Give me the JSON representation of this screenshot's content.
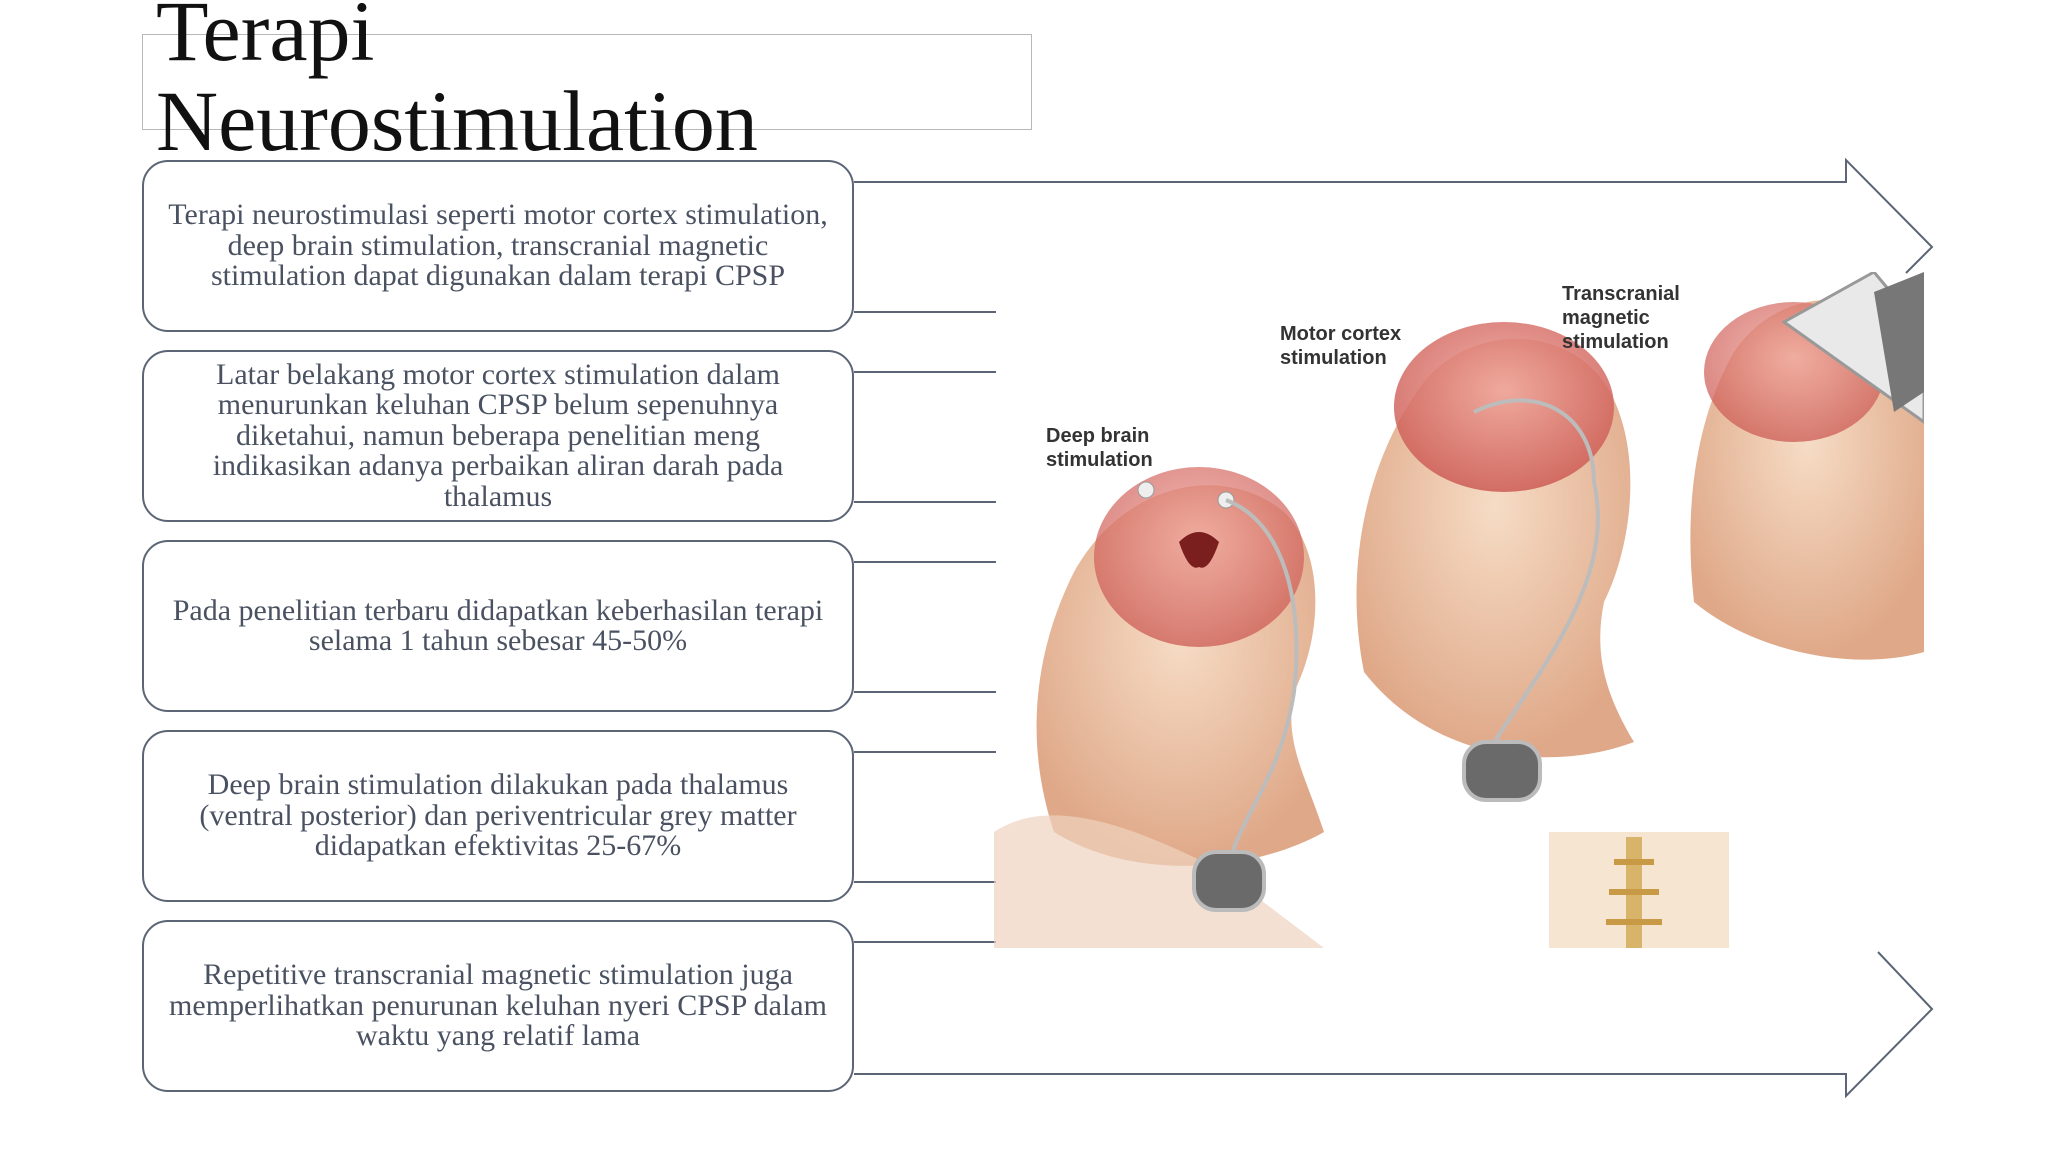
{
  "slide": {
    "title": "Terapi Neurostimulation",
    "title_line1": "Terapi",
    "title_line2": "Neurostimulation",
    "items": [
      {
        "text": "Terapi neurostimulasi seperti motor cortex stimulation, deep brain stimulation, transcranial magnetic stimulation dapat digunakan dalam terapi CPSP"
      },
      {
        "text": "Latar belakang motor cortex stimulation dalam menurunkan keluhan CPSP belum sepenuhnya diketahui, namun beberapa penelitian meng indikasikan adanya perbaikan aliran darah pada thalamus"
      },
      {
        "text": "Pada penelitian terbaru didapatkan keberhasilan terapi selama 1 tahun sebesar 45-50%"
      },
      {
        "text": "Deep brain stimulation dilakukan pada thalamus (ventral posterior) dan periventricular grey matter didapatkan efektivitas 25-67%"
      },
      {
        "text": "Repetitive transcranial magnetic stimulation juga memperlihatkan penurunan keluhan nyeri CPSP dalam waktu yang relatif lama"
      }
    ]
  },
  "illustration": {
    "labels": {
      "deep_brain": [
        "Deep brain",
        "stimulation"
      ],
      "motor_cortex": [
        "Motor cortex",
        "stimulation"
      ],
      "transcranial": [
        "Transcranial",
        "magnetic",
        "stimulation"
      ]
    }
  },
  "colors": {
    "border": "#5b6575",
    "text": "#4a5262",
    "title": "#111111",
    "skin": "#f0c9a8",
    "brain": "#d9736b"
  }
}
